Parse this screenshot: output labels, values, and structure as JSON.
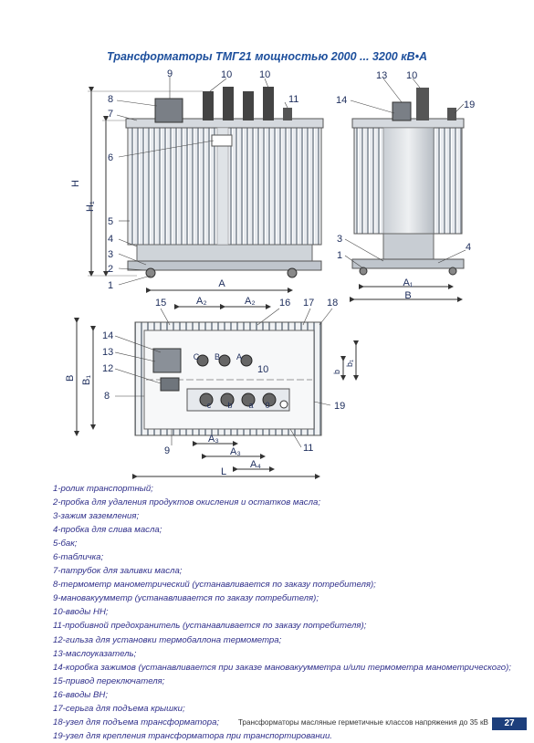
{
  "title": "Трансформаторы ТМГ21 мощностью 2000 ... 3200 кВ•А",
  "drawing": {
    "front_view_callouts": [
      "9",
      "10",
      "10",
      "8",
      "7",
      "11",
      "6",
      "5",
      "4",
      "3",
      "2",
      "1"
    ],
    "side_view_callouts": [
      "13",
      "10",
      "14",
      "19",
      "3",
      "1",
      "4"
    ],
    "top_view_callouts": [
      "15",
      "16",
      "17",
      "18",
      "14",
      "13",
      "12",
      "8",
      "9",
      "11",
      "19",
      "10"
    ],
    "dimensions": {
      "H": "H",
      "H1": "H₁",
      "A": "A",
      "A1": "A₁",
      "B": "B",
      "B1": "B₁",
      "A2": "A₂",
      "A3": "A₃",
      "A4": "A₄",
      "L": "L",
      "b": "b",
      "b1": "b₁"
    },
    "terminal_labels": [
      "c",
      "b",
      "a",
      "0",
      "C",
      "B",
      "A"
    ]
  },
  "legend": [
    "1-ролик транспортный;",
    "2-пробка для удаления продуктов окисления и остатков масла;",
    "3-зажим заземления;",
    "4-пробка для слива масла;",
    "5-бак;",
    "6-табличка;",
    "7-патрубок для заливки масла;",
    "8-термометр манометрический (устанавливается по заказу потребителя);",
    "9-мановакуумметр (устанавливается по заказу потребителя);",
    "10-вводы НН;",
    "11-пробивной предохранитель (устанавливается по заказу потребителя);",
    "12-гильза для установки термобаллона термометра;",
    "13-маслоуказатель;",
    "14-коробка зажимов (устанавливается при заказе мановакуумметра и/или термометра манометрического);",
    "15-привод переключателя;",
    "16-вводы ВН;",
    "17-серьга для подъема крышки;",
    "18-узел для подъема трансформатора;",
    "19-узел для крепления трансформатора при транспортировании."
  ],
  "footer": {
    "text": "Трансформаторы масляные герметичные классов напряжения до 35 кВ",
    "page": "27"
  },
  "colors": {
    "title": "#1d4f9c",
    "legend": "#2f2f8a",
    "footer_bg": "#1d3f7c"
  }
}
